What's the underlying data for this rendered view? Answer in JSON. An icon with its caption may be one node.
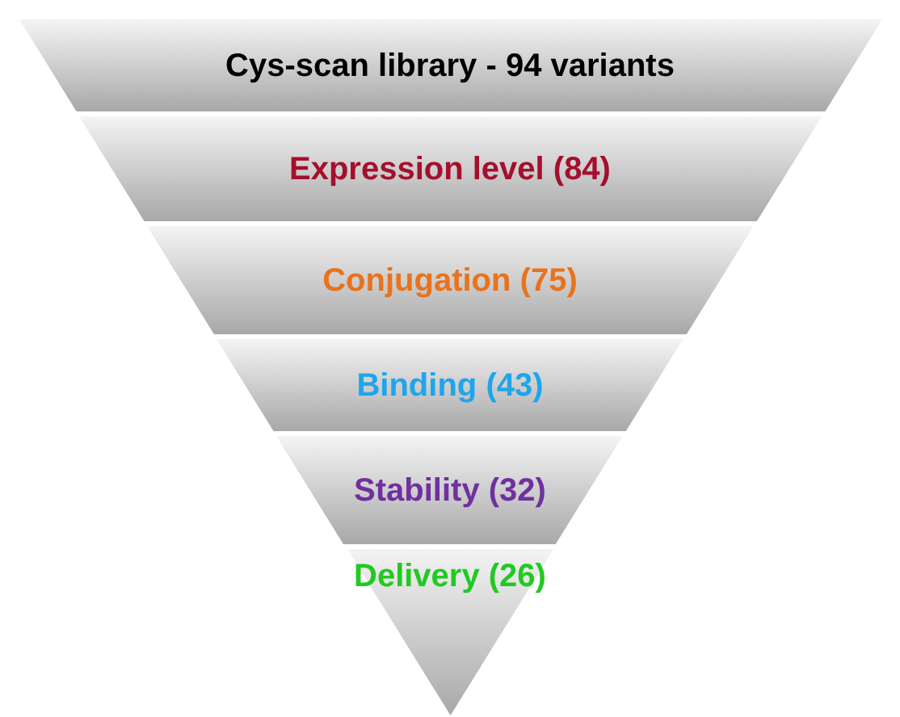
{
  "diagram": {
    "nodes": [
      {
        "text": [
          "Cys-scan library - 94 variants"
        ]
      },
      {
        "text": [
          "Expression level (84)"
        ]
      },
      {
        "text": [
          "Conjugation (75)"
        ]
      },
      {
        "text": [
          "Binding (43)"
        ]
      },
      {
        "text": [
          "Stability (32)"
        ]
      },
      {
        "text": [
          "Delivery (26)"
        ]
      }
    ]
  }
}
